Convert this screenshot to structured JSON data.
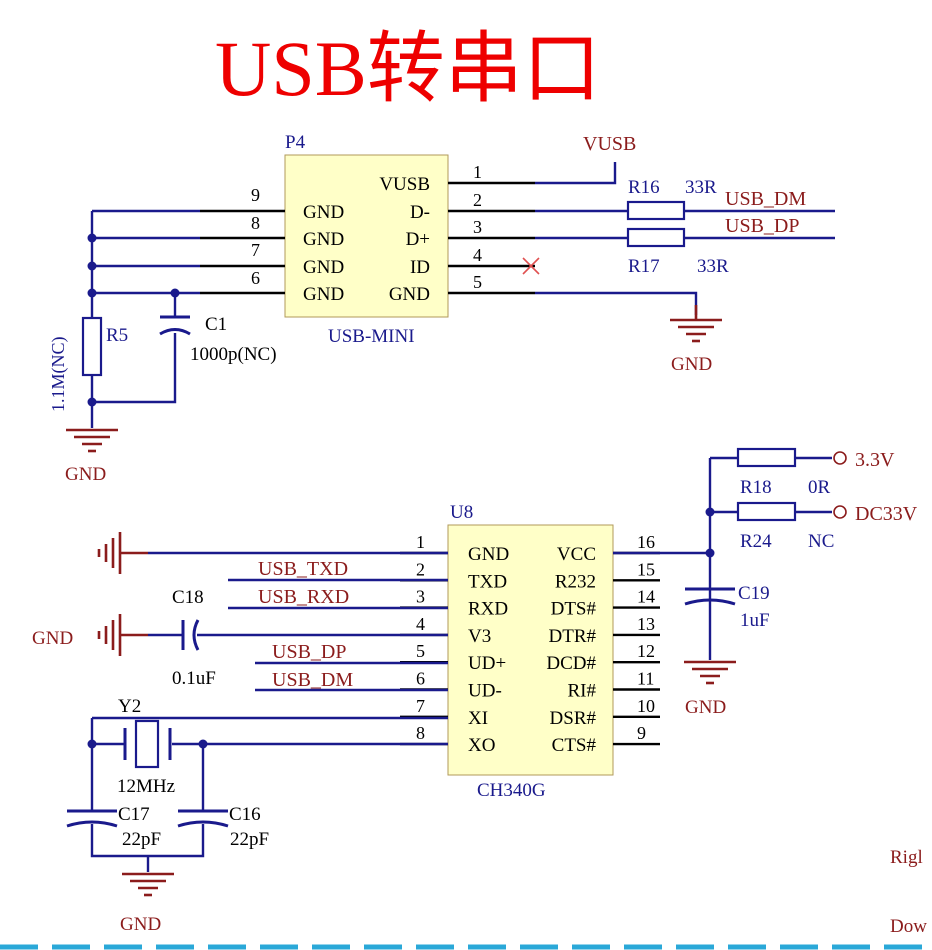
{
  "title": "USB转串口",
  "colors": {
    "title": "#ee0000",
    "wire": "#1a1a8c",
    "net_label": "#8b1c1c",
    "chip_fill": "#ffffc8"
  },
  "p4": {
    "designator": "P4",
    "part": "USB-MINI",
    "pins": [
      {
        "num": "1",
        "name": "VUSB"
      },
      {
        "num": "2",
        "name": "D-"
      },
      {
        "num": "3",
        "name": "D+"
      },
      {
        "num": "4",
        "name": "ID"
      },
      {
        "num": "5",
        "name": "GND"
      },
      {
        "num": "6",
        "name": "GND"
      },
      {
        "num": "7",
        "name": "GND"
      },
      {
        "num": "8",
        "name": "GND"
      },
      {
        "num": "9",
        "name": "GND"
      }
    ]
  },
  "top_parts": {
    "vusb": "VUSB",
    "r16": {
      "ref": "R16",
      "value": "33R"
    },
    "r17": {
      "ref": "R17",
      "value": "33R"
    },
    "usb_dm": "USB_DM",
    "usb_dp": "USB_DP",
    "r5": {
      "ref": "R5",
      "value": "1.1M(NC)"
    },
    "c1": {
      "ref": "C1",
      "value": "1000p(NC)"
    },
    "gnd": "GND"
  },
  "u8": {
    "designator": "U8",
    "part": "CH340G",
    "left_pins": [
      {
        "num": "1",
        "name": "GND"
      },
      {
        "num": "2",
        "name": "TXD"
      },
      {
        "num": "3",
        "name": "RXD"
      },
      {
        "num": "4",
        "name": "V3"
      },
      {
        "num": "5",
        "name": "UD+"
      },
      {
        "num": "6",
        "name": "UD-"
      },
      {
        "num": "7",
        "name": "XI"
      },
      {
        "num": "8",
        "name": "XO"
      }
    ],
    "right_pins": [
      {
        "num": "16",
        "name": "VCC"
      },
      {
        "num": "15",
        "name": "R232"
      },
      {
        "num": "14",
        "name": "DTS#"
      },
      {
        "num": "13",
        "name": "DTR#"
      },
      {
        "num": "12",
        "name": "DCD#"
      },
      {
        "num": "11",
        "name": "RI#"
      },
      {
        "num": "10",
        "name": "DSR#"
      },
      {
        "num": "9",
        "name": "CTS#"
      }
    ]
  },
  "bottom_parts": {
    "usb_txd": "USB_TXD",
    "usb_rxd": "USB_RXD",
    "usb_dp": "USB_DP",
    "usb_dm": "USB_DM",
    "c18": {
      "ref": "C18",
      "value": "0.1uF"
    },
    "gnd_left": "GND",
    "y2": {
      "ref": "Y2",
      "value": "12MHz"
    },
    "c17": {
      "ref": "C17",
      "value": "22pF"
    },
    "c16": {
      "ref": "C16",
      "value": "22pF"
    },
    "r18": {
      "ref": "R18",
      "value": "0R"
    },
    "r24": {
      "ref": "R24",
      "value": "NC"
    },
    "net_33v": "3.3V",
    "net_dc33v": "DC33V",
    "c19": {
      "ref": "C19",
      "value": "1uF"
    },
    "gnd": "GND"
  },
  "edge_text": [
    "Rigl",
    "Dow"
  ]
}
